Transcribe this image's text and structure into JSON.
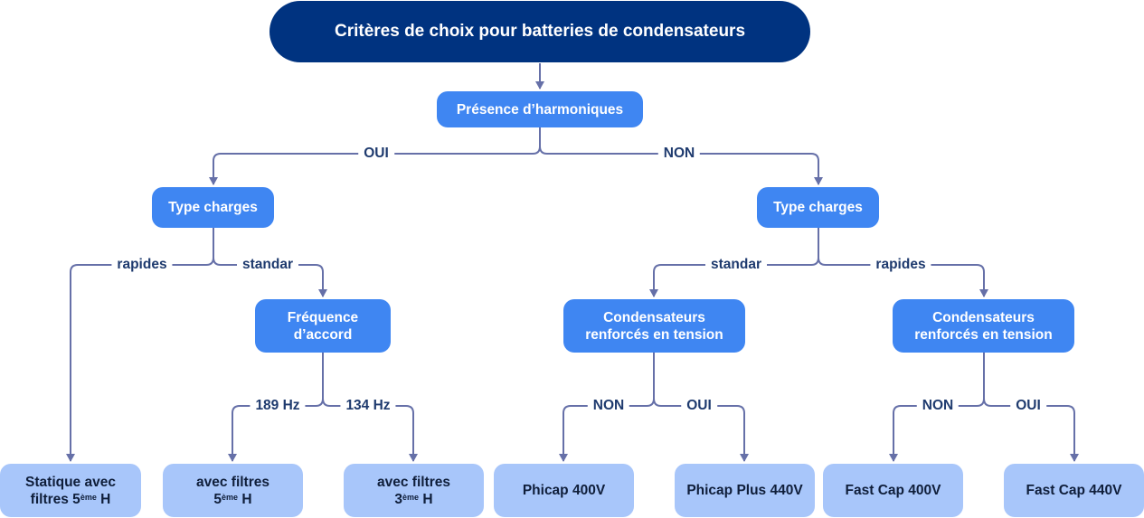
{
  "title": "Critères de choix pour batteries de condensateurs",
  "harmonics": "Présence d’harmoniques",
  "branch_yes": "OUI",
  "branch_no": "NON",
  "left": {
    "type": "Type charges",
    "fast": "rapides",
    "standard": "standar",
    "frequency": [
      "Fréquence",
      "d’accord"
    ],
    "hz_189": "189 Hz",
    "hz_134": "134 Hz",
    "static_leaf": {
      "line1": "Statique avec",
      "line2_pre": "filtres 5",
      "sup": "ème",
      "line2_post": " H"
    },
    "filter5_leaf": {
      "line1": "avec filtres",
      "line2_pre": "5",
      "sup": "ème",
      "line2_post": " H"
    },
    "filter3_leaf": {
      "line1": "avec filtres",
      "line2_pre": "3",
      "sup": "ème",
      "line2_post": " H"
    }
  },
  "right": {
    "type": "Type charges",
    "standard": "standar",
    "fast": "rapides",
    "reinforced_a": [
      "Condensateurs",
      "renforcés en tension"
    ],
    "reinforced_b": [
      "Condensateurs",
      "renforcés en tension"
    ],
    "no_a": "NON",
    "yes_a": "OUI",
    "no_b": "NON",
    "yes_b": "OUI",
    "phicap": "Phicap 400V",
    "phicap_plus": "Phicap Plus 440V",
    "fastcap_400": "Fast Cap 400V",
    "fastcap_440": "Fast Cap 440V"
  },
  "colors": {
    "root": "#003380",
    "mid": "#3f86f2",
    "leaf": "#a8c6fa",
    "connector": "#6670a8",
    "label": "#1e3a6e"
  }
}
